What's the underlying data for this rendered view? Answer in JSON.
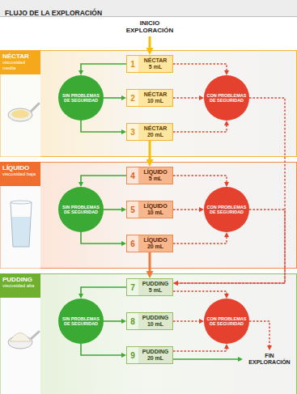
{
  "diagram": {
    "title": "FLUJO DE LA EXPLORACIÓN",
    "nodes": [
      {
        "text": [
          "NÉCTAR",
          "viscosidad media"
        ]
      },
      {
        "text": [
          "SIN PROBLEMAS DE SEGURIDAD"
        ],
        "in": 0
      },
      {
        "text": [
          "1",
          "NÉCTAR 5 mL"
        ],
        "in": 0
      },
      {
        "text": [
          "2",
          "NÉCTAR 10 mL"
        ],
        "in": 0
      },
      {
        "text": [
          "3",
          "NÉCTAR 20 mL"
        ],
        "in": 0
      },
      {
        "text": [
          "CON PROBLEMAS DE SEGURIDAD"
        ],
        "in": 0
      },
      {
        "text": [
          "LÍQUIDO",
          "viscosidad baja"
        ]
      },
      {
        "text": [
          "SIN PROBLEMAS DE SEGURIDAD"
        ],
        "in": 6
      },
      {
        "text": [
          "4",
          "LÍQUIDO 5 mL"
        ],
        "in": 6
      },
      {
        "text": [
          "5",
          "LÍQUIDO 10 mL"
        ],
        "in": 6
      },
      {
        "text": [
          "6",
          "LÍQUIDO 20 mL"
        ],
        "in": 6
      },
      {
        "text": [
          "CON PROBLEMAS DE SEGURIDAD"
        ],
        "in": 6
      },
      {
        "text": [
          "PUDDING",
          "viscosidad alta"
        ]
      },
      {
        "text": [
          "SIN PROBLEMAS DE SEGURIDAD"
        ],
        "in": 12
      },
      {
        "text": [
          "7",
          "PUDDING 5 mL"
        ],
        "in": 12
      },
      {
        "text": [
          "8",
          "PUDDING 10 mL"
        ],
        "in": 12
      },
      {
        "text": [
          "9",
          "PUDDING 20 mL"
        ],
        "in": 12
      },
      {
        "text": [
          "CON PROBLEMAS DE SEGURIDAD"
        ],
        "in": 12
      }
    ],
    "edges": [
      {
        "from": 2,
        "to": 1,
        "arrow": "to"
      },
      {
        "from": 1,
        "to": 3,
        "arrow": "to"
      },
      {
        "from": 1,
        "to": 4,
        "arrow": "to"
      },
      {
        "from": 2,
        "to": 5,
        "arrow": "to"
      },
      {
        "from": 3,
        "to": 5,
        "arrow": "to"
      },
      {
        "from": 4,
        "to": 5,
        "arrow": "to"
      },
      {
        "from": 4,
        "to": 8,
        "arrow": "to"
      },
      {
        "from": 5,
        "to": 14,
        "arrow": "to"
      },
      {
        "from": 8,
        "to": 7,
        "arrow": "to"
      },
      {
        "from": 7,
        "to": 9,
        "arrow": "to"
      },
      {
        "from": 7,
        "to": 10,
        "arrow": "to"
      },
      {
        "from": 8,
        "to": 11,
        "arrow": "to"
      },
      {
        "from": 9,
        "to": 11,
        "arrow": "to"
      },
      {
        "from": 10,
        "to": 11,
        "arrow": "to"
      },
      {
        "from": 10,
        "to": 14,
        "arrow": "to"
      },
      {
        "from": 11,
        "to": 14,
        "arrow": "to"
      },
      {
        "from": 14,
        "to": 13,
        "arrow": "to"
      },
      {
        "from": 13,
        "to": 15,
        "arrow": "to"
      },
      {
        "from": 13,
        "to": 16,
        "arrow": "to"
      },
      {
        "from": 14,
        "to": 17,
        "arrow": "to"
      },
      {
        "from": 15,
        "to": 17,
        "arrow": "to"
      },
      {
        "from": 16,
        "to": 17,
        "arrow": "to"
      }
    ],
    "labels": [
      "INICIO EXPLORACIÓN",
      "FIN EXPLORACIÓN"
    ]
  }
}
